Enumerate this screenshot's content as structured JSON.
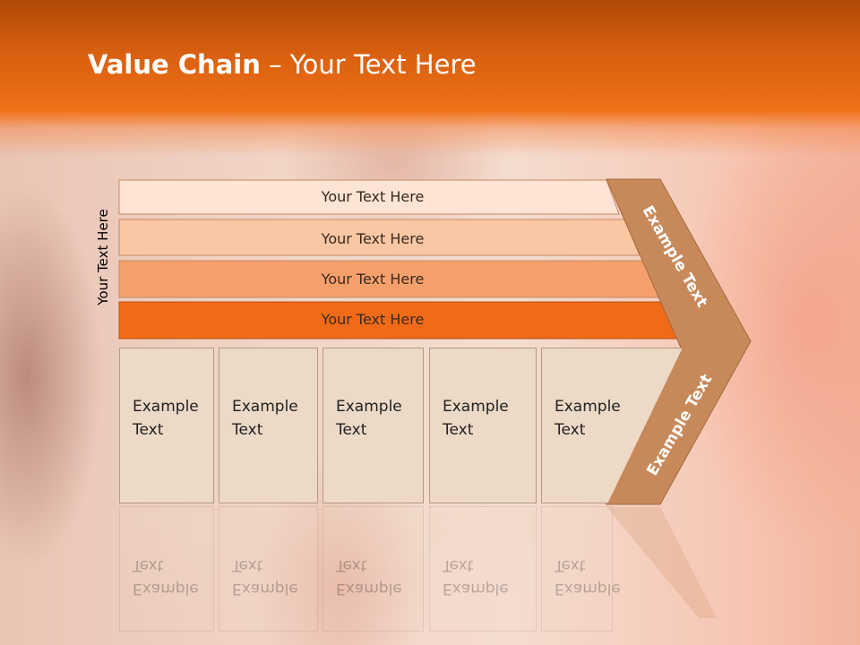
{
  "slide": {
    "title_bold": "Value Chain",
    "title_rest": " – Your Text Here",
    "side_label": "Your Text Here"
  },
  "bars": [
    {
      "label": "Your Text Here",
      "color": "#fde4d4"
    },
    {
      "label": "Your Text Here",
      "color": "#fac7a5"
    },
    {
      "label": "Your Text Here",
      "color": "#f5a06b"
    },
    {
      "label": "Your Text Here",
      "color": "#f06a18"
    }
  ],
  "boxes": [
    {
      "label": "Example Text"
    },
    {
      "label": "Example Text"
    },
    {
      "label": "Example Text"
    },
    {
      "label": "Example Text"
    },
    {
      "label": "Example Text"
    }
  ],
  "chevron": {
    "upper_label": "Example Text",
    "lower_label": "Example Text",
    "color": "#c8895a"
  }
}
